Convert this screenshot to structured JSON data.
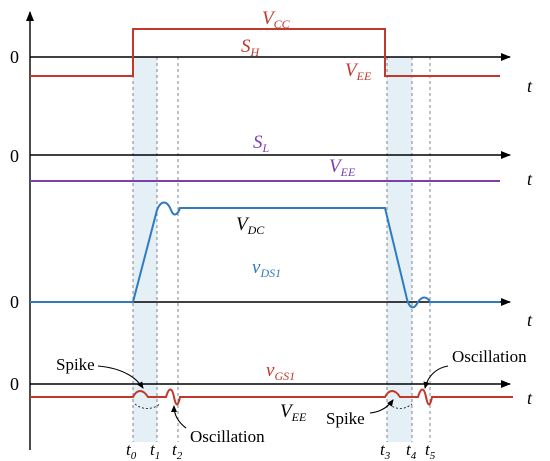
{
  "colors": {
    "red": "#c0392b",
    "purple": "#7b3fb0",
    "blue": "#2e7bbf",
    "shade": "#dcebf3"
  },
  "panel1": {
    "zero": "0",
    "t": "t",
    "vcc": "V",
    "vcc_sub": "CC",
    "sh": "S",
    "sh_sub": "H",
    "vee": "V",
    "vee_sub": "EE"
  },
  "panel2": {
    "zero": "0",
    "t": "t",
    "sl": "S",
    "sl_sub": "L",
    "vee": "V",
    "vee_sub": "EE"
  },
  "panel3": {
    "zero": "0",
    "t": "t",
    "vdc": "V",
    "vdc_sub": "DC",
    "vds": "v",
    "vds_sub": "DS1"
  },
  "panel4": {
    "zero": "0",
    "t": "t",
    "vgs": "v",
    "vgs_sub": "GS1",
    "vee": "V",
    "vee_sub": "EE"
  },
  "annotations": {
    "spike_left": "Spike",
    "spike_right": "Spike",
    "osc_left": "Oscillation",
    "osc_right": "Oscillation"
  },
  "times": [
    {
      "base": "t",
      "sub": "0"
    },
    {
      "base": "t",
      "sub": "1"
    },
    {
      "base": "t",
      "sub": "2"
    },
    {
      "base": "t",
      "sub": "3"
    },
    {
      "base": "t",
      "sub": "4"
    },
    {
      "base": "t",
      "sub": "5"
    }
  ]
}
